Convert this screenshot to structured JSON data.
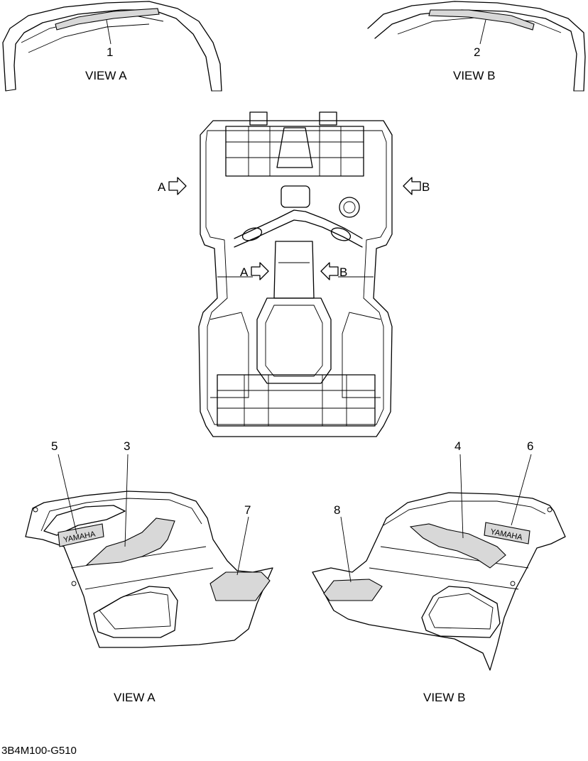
{
  "views": {
    "top_left": "VIEW A",
    "top_right": "VIEW B",
    "bottom_left": "VIEW A",
    "bottom_right": "VIEW B"
  },
  "callouts": [
    "1",
    "2",
    "3",
    "4",
    "5",
    "6",
    "7",
    "8"
  ],
  "arrows": {
    "outer_left": "A",
    "outer_right": "B",
    "inner_left": "A",
    "inner_right": "B"
  },
  "decal_text": {
    "brand": "YAMAHA"
  },
  "diagram_code": "3B4M100-G510"
}
